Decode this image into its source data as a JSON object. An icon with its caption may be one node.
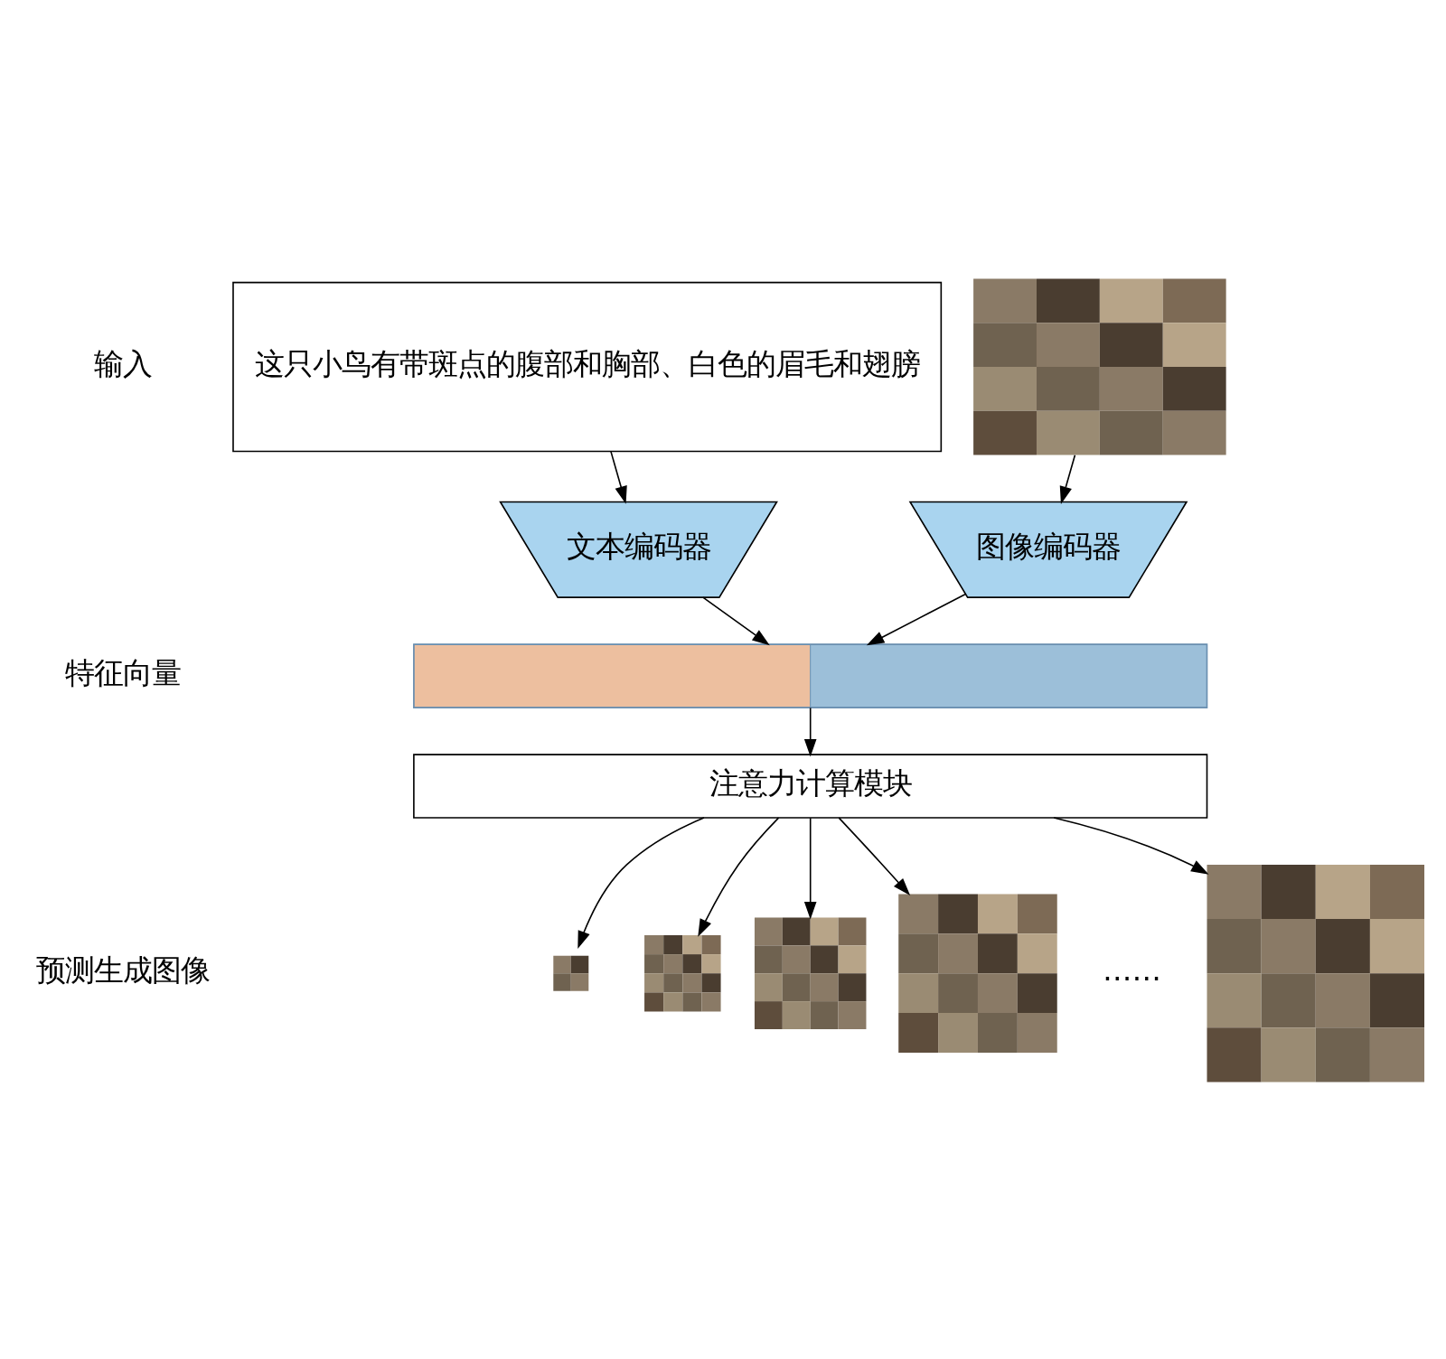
{
  "diagram": {
    "nodes": [
      {
        "text": [
          "这只小鸟有带斑点的腹部和胸部、白色的眉毛和翅膀"
        ]
      },
      {
        "text": [],
        "shape": "picture"
      },
      {
        "text": [
          "文本编码器"
        ]
      },
      {
        "text": [
          "图像编码器"
        ]
      },
      {
        "text": [],
        "shape": "bar"
      },
      {
        "text": [
          "注意力计算模块"
        ]
      },
      {
        "text": [],
        "shape": "picture"
      },
      {
        "text": [],
        "shape": "picture"
      },
      {
        "text": [],
        "shape": "picture"
      },
      {
        "text": [],
        "shape": "picture"
      },
      {
        "text": [],
        "shape": "picture"
      }
    ],
    "edges": [
      {
        "from": 0,
        "to": 2,
        "arrow": "to"
      },
      {
        "from": 1,
        "to": 3,
        "arrow": "to"
      },
      {
        "from": 2,
        "to": 4,
        "arrow": "to"
      },
      {
        "from": 3,
        "to": 4,
        "arrow": "to"
      },
      {
        "from": 4,
        "to": 5,
        "arrow": "to"
      },
      {
        "from": 5,
        "to": 6,
        "arrow": "to"
      },
      {
        "from": 5,
        "to": 7,
        "arrow": "to"
      },
      {
        "from": 5,
        "to": 8,
        "arrow": "to"
      },
      {
        "from": 5,
        "to": 9,
        "arrow": "to"
      },
      {
        "from": 5,
        "to": 10,
        "arrow": "to"
      }
    ],
    "labels": [
      "输入",
      "特征向量",
      "预测生成图像",
      "……"
    ]
  }
}
